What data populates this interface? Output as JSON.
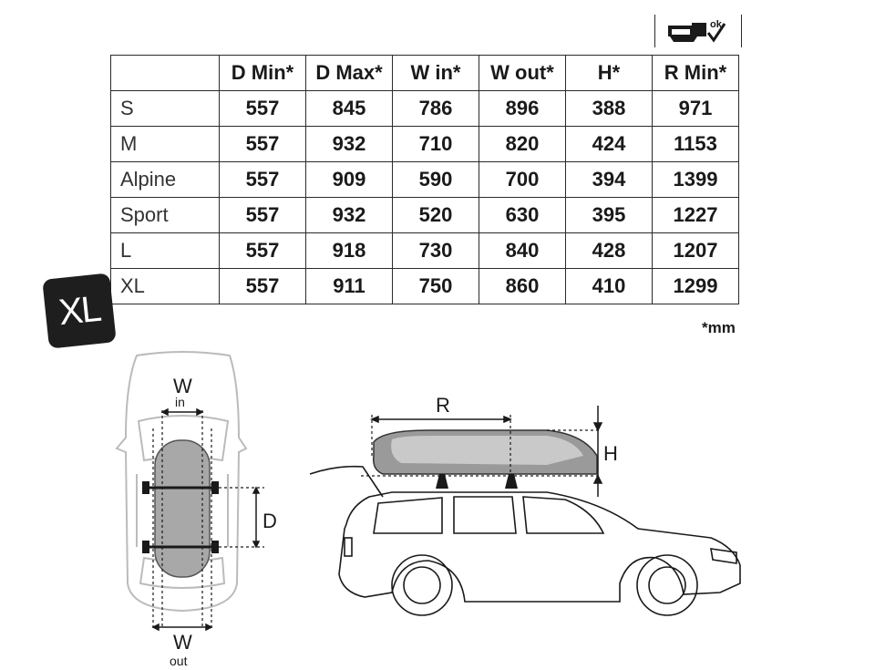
{
  "table": {
    "headers": [
      "",
      "D Min*",
      "D Max*",
      "W in*",
      "W out*",
      "H*",
      "R Min*"
    ],
    "rows": [
      {
        "name": "S",
        "values": [
          "557",
          "845",
          "786",
          "896",
          "388",
          "971"
        ]
      },
      {
        "name": "M",
        "values": [
          "557",
          "932",
          "710",
          "820",
          "424",
          "1153"
        ]
      },
      {
        "name": "Alpine",
        "values": [
          "557",
          "909",
          "590",
          "700",
          "394",
          "1399"
        ]
      },
      {
        "name": "Sport",
        "values": [
          "557",
          "932",
          "520",
          "630",
          "395",
          "1227"
        ]
      },
      {
        "name": "L",
        "values": [
          "557",
          "918",
          "730",
          "840",
          "428",
          "1207"
        ]
      },
      {
        "name": "XL",
        "values": [
          "557",
          "911",
          "750",
          "860",
          "410",
          "1299"
        ]
      }
    ]
  },
  "ok_label": "ok",
  "badge": "XL",
  "unit_note": "*mm",
  "diagram_labels": {
    "w_top": "W",
    "w_in_sub": "in",
    "d": "D",
    "w_bottom": "W",
    "w_out_sub": "out",
    "r": "R",
    "h": "H"
  }
}
